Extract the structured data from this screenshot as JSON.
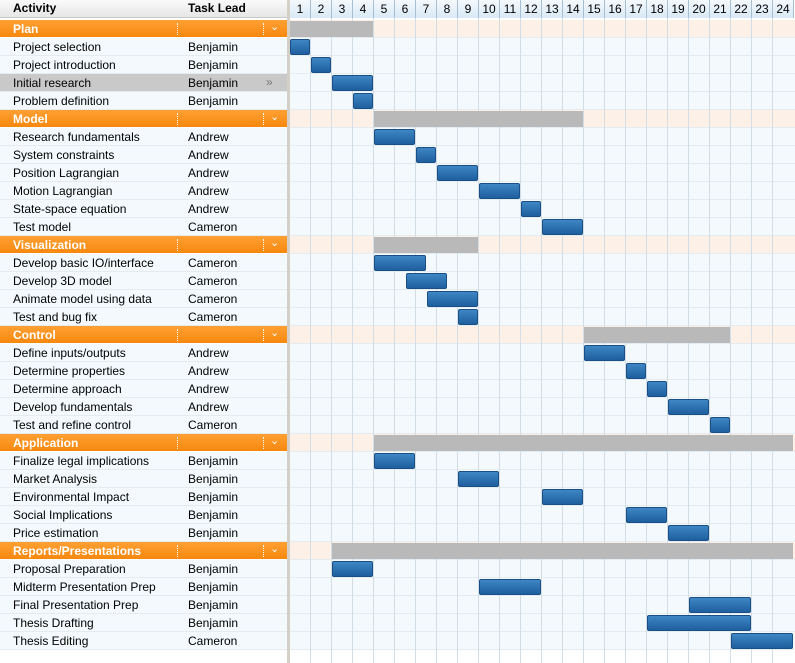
{
  "header": {
    "activity": "Activity",
    "task_lead": "Task Lead"
  },
  "days": [
    "1",
    "2",
    "3",
    "4",
    "5",
    "6",
    "7",
    "8",
    "9",
    "10",
    "11",
    "12",
    "13",
    "14",
    "15",
    "16",
    "17",
    "18",
    "19",
    "20",
    "21",
    "22",
    "23",
    "24"
  ],
  "colors": {
    "group": "#f7880e",
    "bar": "#2b6fb0",
    "group_bar": "#b9b9b9",
    "selected": "#c9c9c9"
  },
  "icons": {
    "collapse": "chevron-down-icon",
    "expand": "double-chevron-right-icon"
  },
  "groups": [
    {
      "name": "Plan",
      "span": [
        1,
        4
      ],
      "tasks": [
        {
          "name": "Project selection",
          "lead": "Benjamin",
          "start": 1,
          "end": 1
        },
        {
          "name": "Project introduction",
          "lead": "Benjamin",
          "start": 2,
          "end": 2
        },
        {
          "name": "Initial research",
          "lead": "Benjamin",
          "start": 3,
          "end": 4,
          "selected": true
        },
        {
          "name": "Problem definition",
          "lead": "Benjamin",
          "start": 4,
          "end": 4
        }
      ]
    },
    {
      "name": "Model",
      "span": [
        5,
        14
      ],
      "tasks": [
        {
          "name": "Research fundamentals",
          "lead": "Andrew",
          "start": 5,
          "end": 6
        },
        {
          "name": "System constraints",
          "lead": "Andrew",
          "start": 7,
          "end": 7
        },
        {
          "name": "Position Lagrangian",
          "lead": "Andrew",
          "start": 8,
          "end": 9
        },
        {
          "name": "Motion Lagrangian",
          "lead": "Andrew",
          "start": 10,
          "end": 11
        },
        {
          "name": "State-space equation",
          "lead": "Andrew",
          "start": 12,
          "end": 12
        },
        {
          "name": "Test model",
          "lead": "Cameron",
          "start": 13,
          "end": 14
        }
      ]
    },
    {
      "name": "Visualization",
      "span": [
        5,
        9
      ],
      "tasks": [
        {
          "name": "Develop basic IO/interface",
          "lead": "Cameron",
          "start": 5,
          "end": 6.5
        },
        {
          "name": "Develop 3D model",
          "lead": "Cameron",
          "start": 6.5,
          "end": 7.5
        },
        {
          "name": "Animate model using data",
          "lead": "Cameron",
          "start": 7.5,
          "end": 9
        },
        {
          "name": "Test and bug fix",
          "lead": "Cameron",
          "start": 9,
          "end": 9
        }
      ]
    },
    {
      "name": "Control",
      "span": [
        15,
        21
      ],
      "tasks": [
        {
          "name": "Define inputs/outputs",
          "lead": "Andrew",
          "start": 15,
          "end": 16
        },
        {
          "name": "Determine properties",
          "lead": "Andrew",
          "start": 17,
          "end": 17
        },
        {
          "name": "Determine approach",
          "lead": "Andrew",
          "start": 18,
          "end": 18
        },
        {
          "name": "Develop fundamentals",
          "lead": "Andrew",
          "start": 19,
          "end": 20
        },
        {
          "name": "Test and refine control",
          "lead": "Cameron",
          "start": 21,
          "end": 21
        }
      ]
    },
    {
      "name": "Application",
      "span": [
        5,
        24
      ],
      "tasks": [
        {
          "name": "Finalize legal implications",
          "lead": "Benjamin",
          "start": 5,
          "end": 6
        },
        {
          "name": "Market Analysis",
          "lead": "Benjamin",
          "start": 9,
          "end": 10
        },
        {
          "name": "Environmental Impact",
          "lead": "Benjamin",
          "start": 13,
          "end": 14
        },
        {
          "name": "Social Implications",
          "lead": "Benjamin",
          "start": 17,
          "end": 18
        },
        {
          "name": "Price estimation",
          "lead": "Benjamin",
          "start": 19,
          "end": 20
        }
      ]
    },
    {
      "name": "Reports/Presentations",
      "span": [
        3,
        24
      ],
      "tasks": [
        {
          "name": "Proposal Preparation",
          "lead": "Benjamin",
          "start": 3,
          "end": 4
        },
        {
          "name": "Midterm Presentation Prep",
          "lead": "Benjamin",
          "start": 10,
          "end": 12
        },
        {
          "name": "Final Presentation Prep",
          "lead": "Benjamin",
          "start": 20,
          "end": 22
        },
        {
          "name": "Thesis Drafting",
          "lead": "Benjamin",
          "start": 18,
          "end": 22
        },
        {
          "name": "Thesis Editing",
          "lead": "Cameron",
          "start": 22,
          "end": 24
        }
      ]
    }
  ]
}
